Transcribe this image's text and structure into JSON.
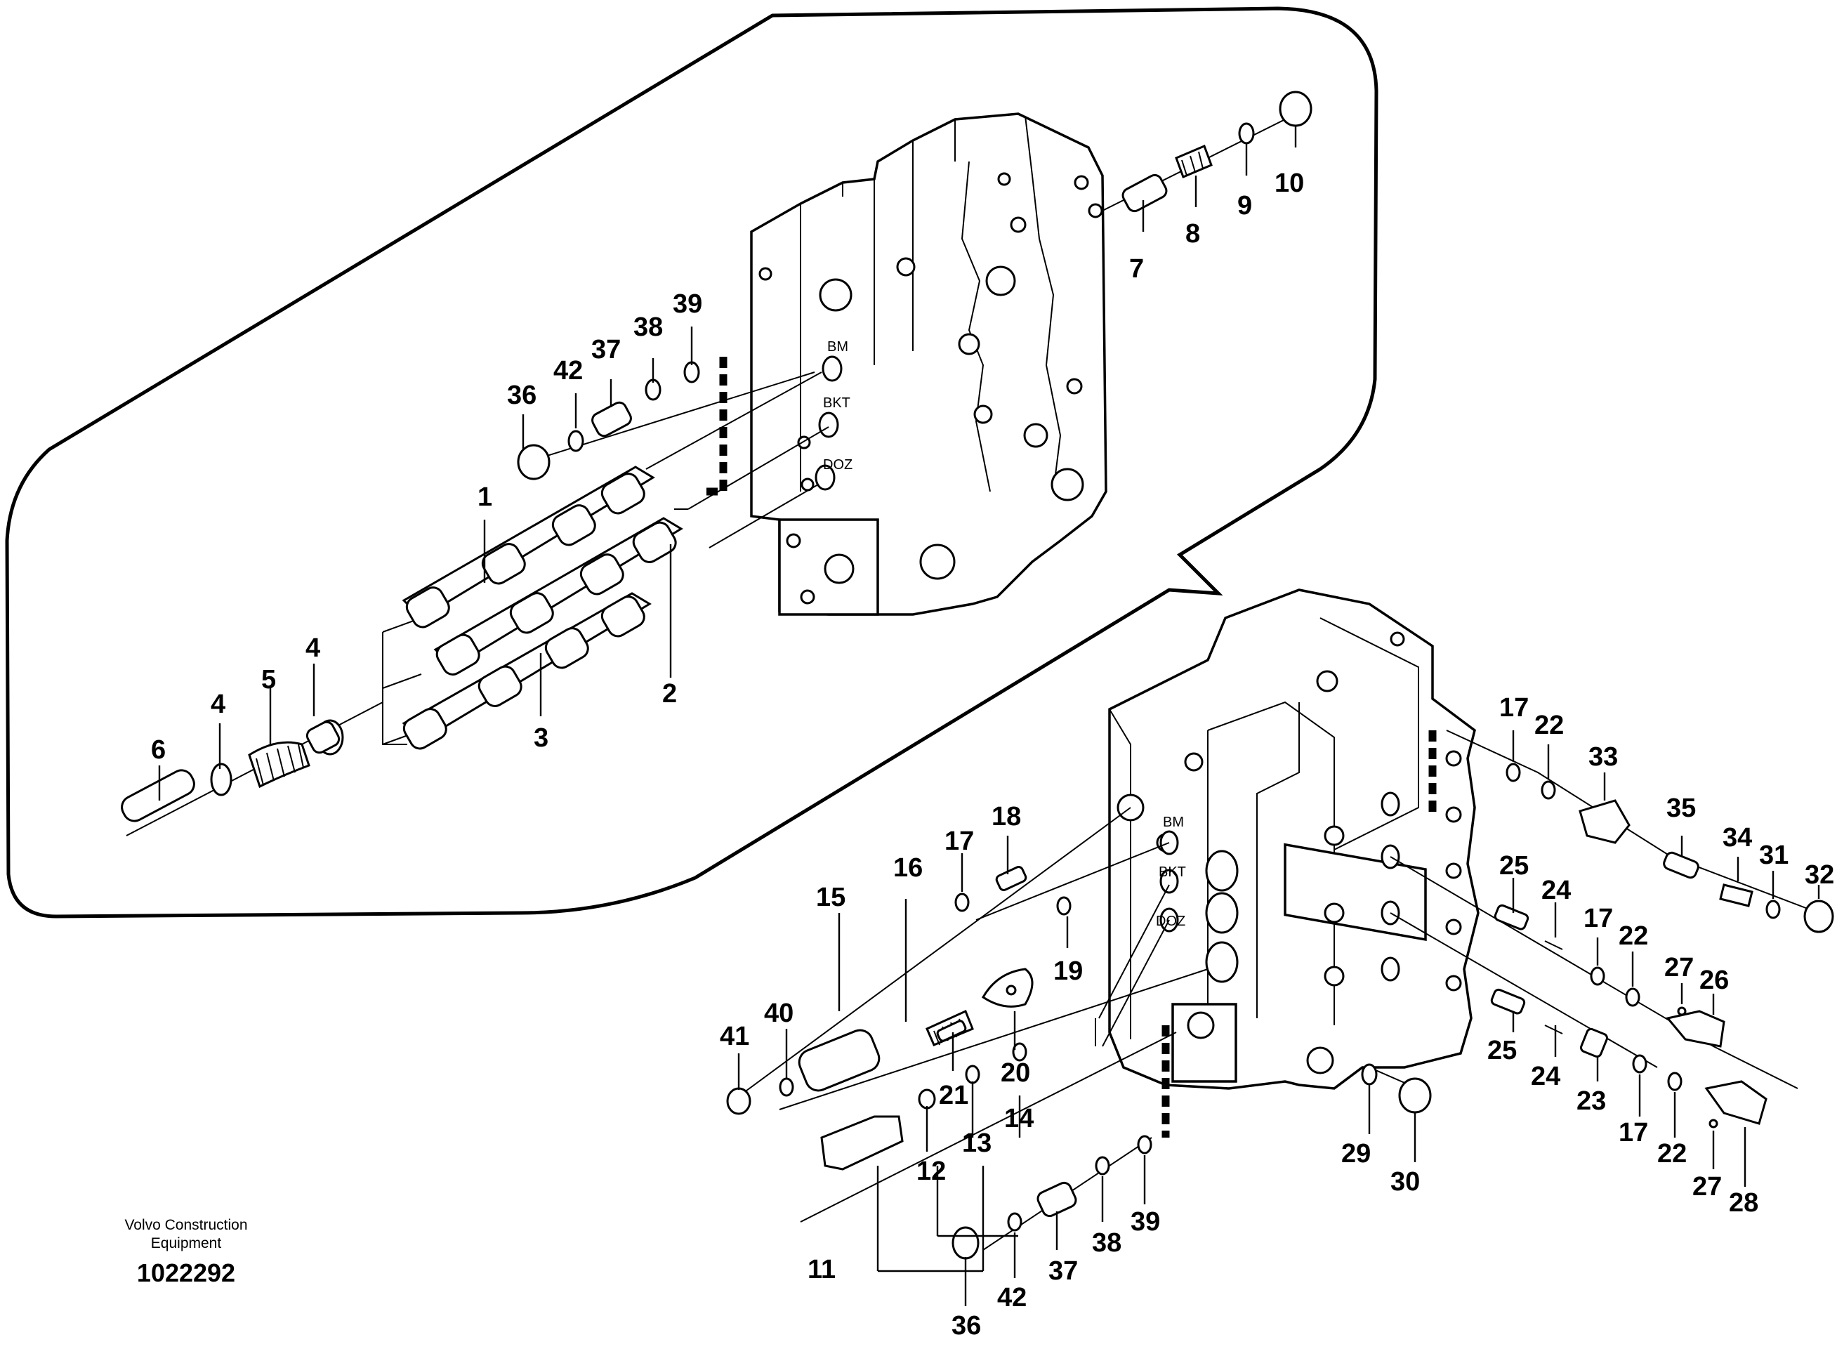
{
  "footer": {
    "company_line1": "Volvo Construction",
    "company_line2": "Equipment",
    "figure_number": "1022292"
  },
  "upper_labels": {
    "p1": "1",
    "p2": "2",
    "p3": "3",
    "p4a": "4",
    "p4b": "4",
    "p5": "5",
    "p6": "6",
    "p7": "7",
    "p8": "8",
    "p9": "9",
    "p10": "10",
    "p36": "36",
    "p37": "37",
    "p38": "38",
    "p39": "39",
    "p42": "42"
  },
  "lower_labels": {
    "p11": "11",
    "p12": "12",
    "p13": "13",
    "p14": "14",
    "p15": "15",
    "p16": "16",
    "p17a": "17",
    "p17b": "17",
    "p17c": "17",
    "p17d": "17",
    "p18": "18",
    "p19": "19",
    "p20": "20",
    "p21": "21",
    "p22a": "22",
    "p22b": "22",
    "p22c": "22",
    "p23": "23",
    "p24a": "24",
    "p24b": "24",
    "p25a": "25",
    "p25b": "25",
    "p26": "26",
    "p27a": "27",
    "p27b": "27",
    "p28": "28",
    "p29": "29",
    "p30": "30",
    "p31": "31",
    "p32": "32",
    "p33": "33",
    "p34": "34",
    "p35": "35",
    "p36": "36",
    "p37": "37",
    "p38": "38",
    "p39": "39",
    "p40": "40",
    "p41": "41",
    "p42": "42"
  },
  "port_labels": {
    "upper_bm": "BM",
    "upper_bkt": "BKT",
    "upper_doz": "DOZ",
    "lower_bm": "BM",
    "lower_bkt": "BKT",
    "lower_doz": "DOZ"
  }
}
